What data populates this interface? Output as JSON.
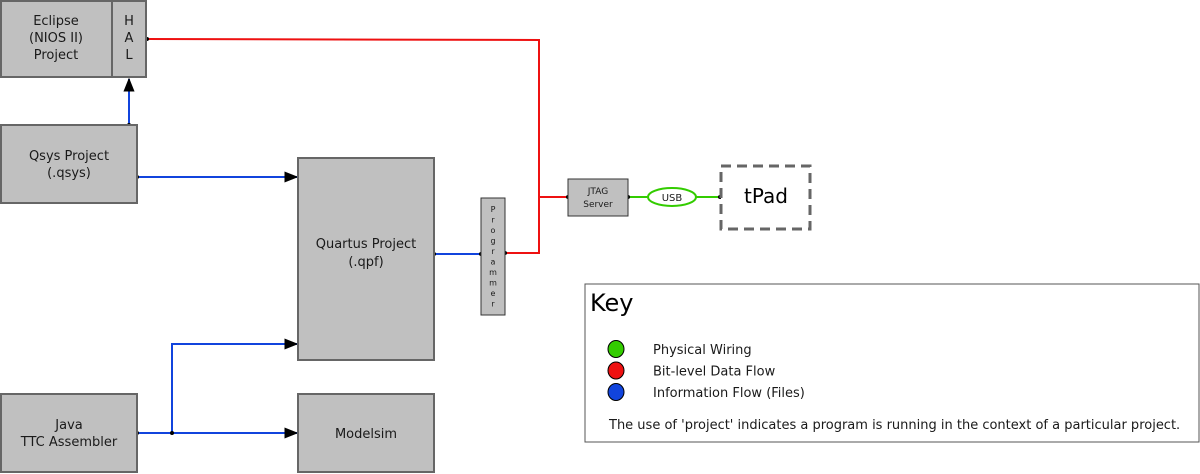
{
  "colors": {
    "box_fill": "#c0c0c0",
    "box_stroke": "#666666",
    "physical": "#33cc00",
    "bitlevel": "#ee1111",
    "info": "#1144dd"
  },
  "nodes": {
    "eclipse": {
      "lines": [
        "Eclipse",
        "(NIOS II)",
        "Project"
      ]
    },
    "hal": {
      "letters": [
        "H",
        "A",
        "L"
      ]
    },
    "qsys": {
      "lines": [
        "Qsys Project",
        "(.qsys)"
      ]
    },
    "quartus": {
      "lines": [
        "Quartus Project",
        "(.qpf)"
      ]
    },
    "programmer": {
      "letters": [
        "P",
        "r",
        "o",
        "g",
        "r",
        "a",
        "m",
        "m",
        "e",
        "r"
      ]
    },
    "jtag": {
      "lines": [
        "JTAG",
        "Server"
      ]
    },
    "usb": {
      "label": "USB"
    },
    "tpad": {
      "label": "tPad"
    },
    "java": {
      "lines": [
        "Java",
        "TTC Assembler"
      ]
    },
    "modelsim": {
      "label": "Modelsim"
    }
  },
  "key": {
    "title": "Key",
    "items": [
      {
        "label": "Physical Wiring",
        "color": "#33cc00"
      },
      {
        "label": "Bit-level Data Flow",
        "color": "#ee1111"
      },
      {
        "label": "Information Flow (Files)",
        "color": "#1144dd"
      }
    ],
    "note": "The use of 'project' indicates a program is running in the context of a particular project."
  }
}
